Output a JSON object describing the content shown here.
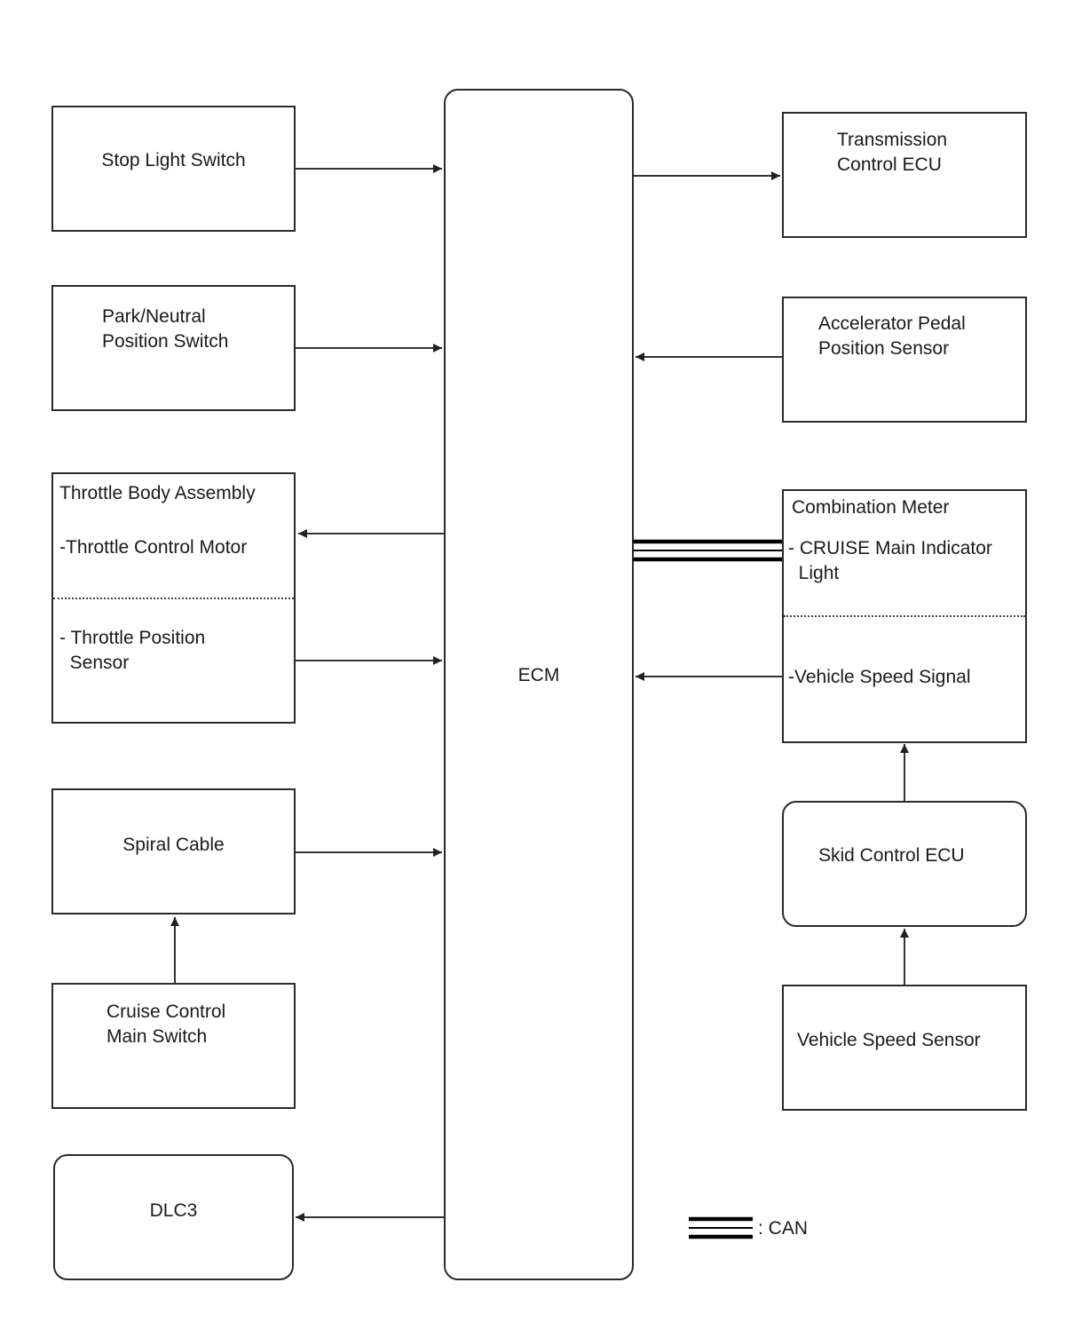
{
  "blocks": {
    "stop_light_switch": "Stop Light Switch",
    "park_neutral_switch": "Park/Neutral\nPosition Switch",
    "throttle_body": {
      "title": "Throttle Body Assembly",
      "motor": "-Throttle Control Motor",
      "sensor": "- Throttle Position\n  Sensor"
    },
    "spiral_cable": "Spiral Cable",
    "cruise_main_switch": "Cruise Control\nMain Switch",
    "dlc3": "DLC3",
    "ecm": "ECM",
    "transmission_ecu": "Transmission\nControl ECU",
    "accel_pedal_sensor": "Accelerator Pedal\nPosition Sensor",
    "combination_meter": {
      "title": "Combination Meter",
      "indicator": "- CRUISE Main Indicator\n  Light",
      "speed_signal": "-Vehicle Speed Signal"
    },
    "skid_control_ecu": "Skid Control ECU",
    "vehicle_speed_sensor": "Vehicle Speed Sensor"
  },
  "legend": {
    "can_label": ": CAN"
  }
}
